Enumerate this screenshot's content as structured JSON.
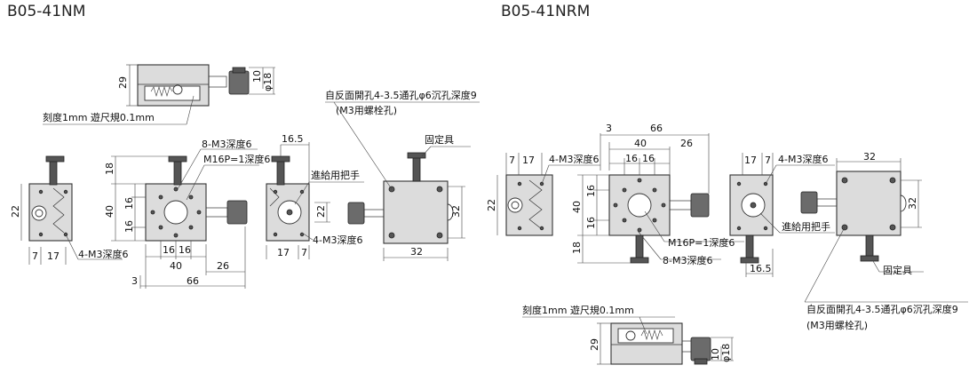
{
  "titles": {
    "left": "B05-41NM",
    "right": "B05-41NRM"
  },
  "labels": {
    "scale": "刻度1mm 遊尺規0.1mm",
    "m3depth6_8": "8-M3深度6",
    "m16": "M16P=1深度6",
    "m3depth6_4": "4-M3深度6",
    "feed_handle": "進給用把手",
    "fixing": "固定具",
    "mount_hole": "自反面開孔4-3.5通孔φ6沉孔深度9",
    "m3_screw": "(M3用螺栓孔)"
  },
  "dims": {
    "d29": "29",
    "d10": "10",
    "phi18": "φ18",
    "d18": "18",
    "d22": "22",
    "d16": "16",
    "d40": "40",
    "d7": "7",
    "d17": "17",
    "d26": "26",
    "d66": "66",
    "d3": "3",
    "d16_5": "16.5",
    "d32": "32"
  }
}
